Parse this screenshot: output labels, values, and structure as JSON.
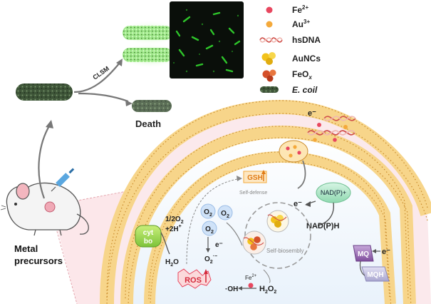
{
  "legend": {
    "items": [
      {
        "label": "Fe",
        "sup": "2+",
        "icon": "pink-dot-icon",
        "color": "#e8475f"
      },
      {
        "label": "Au",
        "sup": "3+",
        "icon": "orange-dot-icon",
        "color": "#f4a93b"
      },
      {
        "label": "hsDNA",
        "icon": "dna-helix-icon",
        "color": "#d0504a"
      },
      {
        "label": "AuNCs",
        "icon": "gold-cluster-icon",
        "color": "#f2c21b"
      },
      {
        "label": "FeO",
        "sub": "x",
        "icon": "iron-oxide-cluster-icon",
        "color": "#d4502a"
      },
      {
        "label": "E. coil",
        "icon": "bacterium-icon",
        "color": "#2f4a2c"
      }
    ]
  },
  "top": {
    "clsm_label": "CLSM",
    "death_label": "Death"
  },
  "left": {
    "metal_line1": "Metal",
    "metal_line2": "precursors"
  },
  "cell": {
    "e_minus": "e⁻",
    "nadp_plus": "NAD(P)+",
    "nadph": "NAD(P)H",
    "gsh": "GSH",
    "self_defense": "Self-defense",
    "self_biosembly": "Self-biosembly",
    "o2": "O",
    "o2_sub": "2",
    "o2_radical_sup": "·−",
    "half_o2": "1/2O",
    "half_o2_sub": "2",
    "two_h": "+2H",
    "two_h_sup": "+",
    "cyt_bo_line1": "cyt",
    "cyt_bo_line2": "bo",
    "h2o": "H",
    "h2o_sub": "2",
    "h2o_tail": "O",
    "ros": "ROS",
    "oh": "·OH",
    "fe2": "Fe",
    "fe2_sup": "2+",
    "h2o2": "H",
    "h2o2_sub1": "2",
    "h2o2_mid": "O",
    "h2o2_sub2": "2",
    "mq": "MQ",
    "mqh": "MQH"
  }
}
